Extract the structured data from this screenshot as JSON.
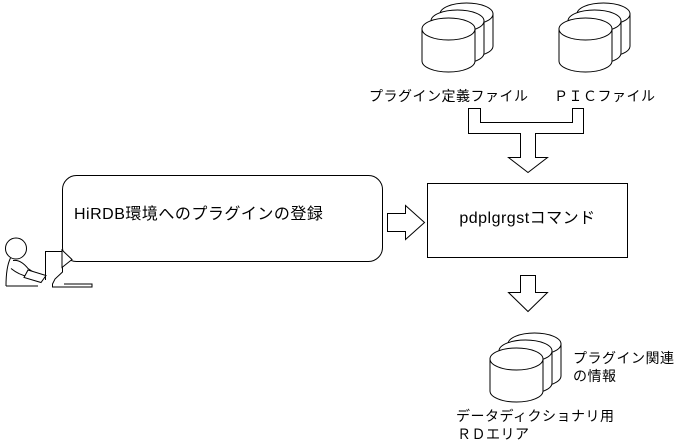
{
  "colors": {
    "background": "#ffffff",
    "line": "#000000",
    "shape_fill": "#ffffff",
    "text": "#000000"
  },
  "figure": {
    "user_request_label": "HiRDB環境へのプラグインの登録",
    "inputs": [
      {
        "label": "プラグイン定義ファイル"
      },
      {
        "label": "ＰＩＣファイル"
      }
    ],
    "command_label": "pdplgrgstコマンド",
    "output_annotation_lines": [
      "プラグイン関連",
      "の情報"
    ],
    "output_store_lines": [
      "データディクショナリ用",
      "ＲＤエリア"
    ]
  }
}
